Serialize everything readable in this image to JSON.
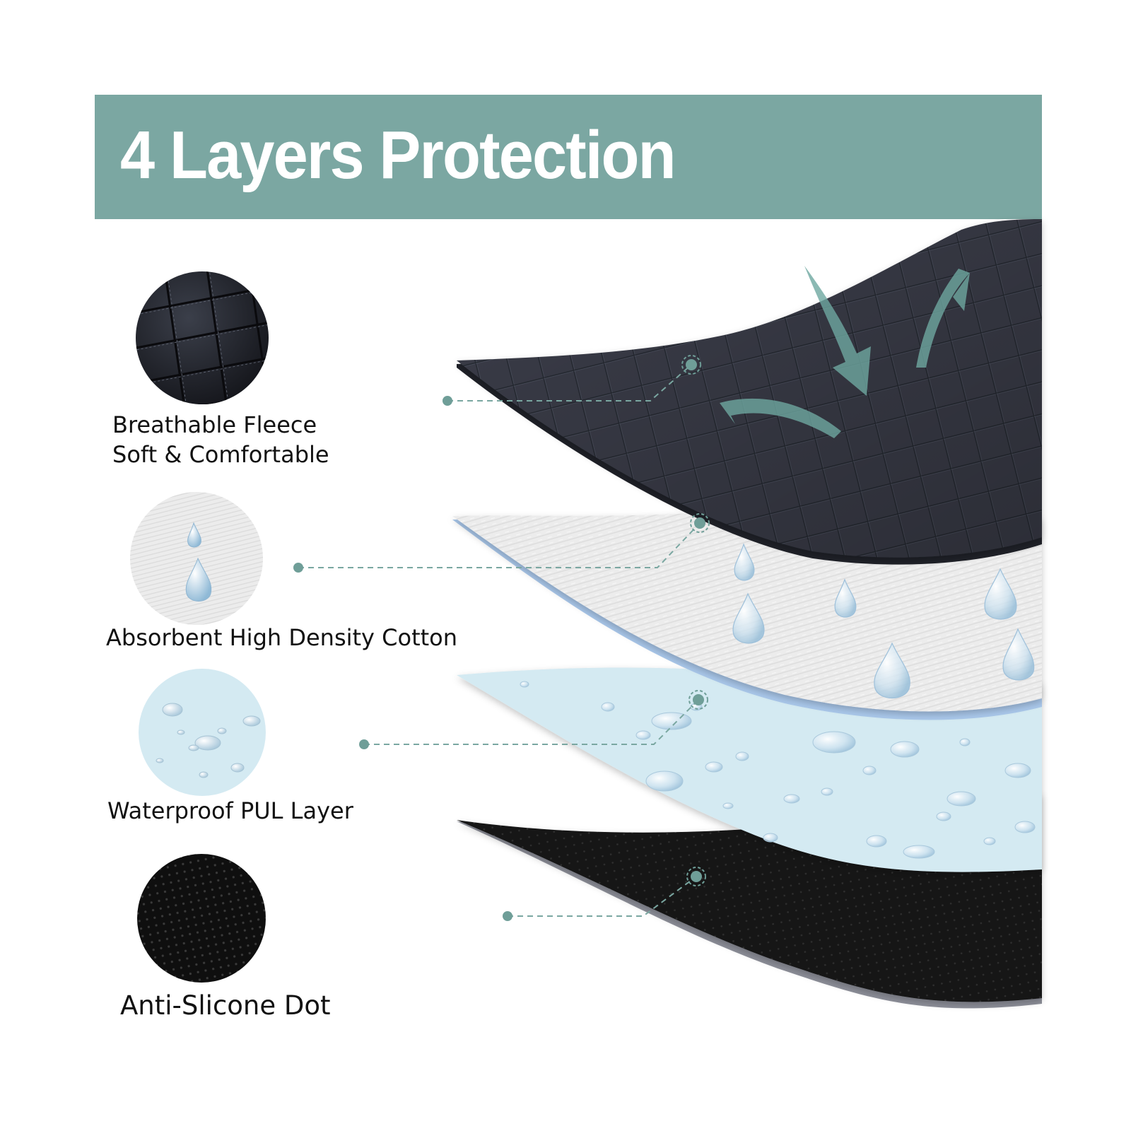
{
  "colors": {
    "banner": "#7ba7a2",
    "accent": "#6f9e98",
    "fleece": "#3a3d49",
    "cotton": "#ebebeb",
    "pul": "#d3e9f1",
    "dot_layer": "#111111"
  },
  "header": {
    "title": "4 Layers Protection"
  },
  "layers": [
    {
      "lines": [
        "Breathable Fleece",
        "Soft & Comfortable"
      ],
      "icon": "quilted-fleece-icon"
    },
    {
      "lines": [
        "Absorbent High Density Cotton"
      ],
      "icon": "water-drop-icon"
    },
    {
      "lines": [
        "Waterproof PUL Layer"
      ],
      "icon": "water-bead-icon"
    },
    {
      "lines": [
        "Anti-Slicone Dot"
      ],
      "icon": "silicone-dot-icon"
    }
  ]
}
